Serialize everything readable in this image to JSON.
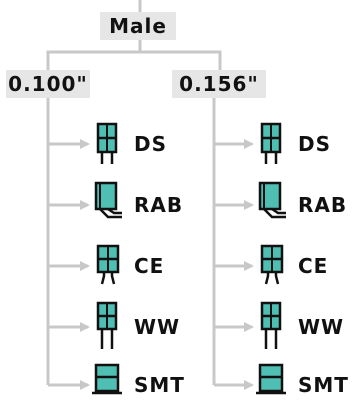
{
  "root": {
    "label": "Male"
  },
  "groups": [
    {
      "label": "0.100\"",
      "items": [
        {
          "label": "DS",
          "icon": "ds-connector-icon"
        },
        {
          "label": "RAB",
          "icon": "rab-connector-icon"
        },
        {
          "label": "CE",
          "icon": "ce-connector-icon"
        },
        {
          "label": "WW",
          "icon": "ww-connector-icon"
        },
        {
          "label": "SMT",
          "icon": "smt-connector-icon"
        }
      ]
    },
    {
      "label": "0.156\"",
      "items": [
        {
          "label": "DS",
          "icon": "ds-connector-icon"
        },
        {
          "label": "RAB",
          "icon": "rab-connector-icon"
        },
        {
          "label": "CE",
          "icon": "ce-connector-icon"
        },
        {
          "label": "WW",
          "icon": "ww-connector-icon"
        },
        {
          "label": "SMT",
          "icon": "smt-connector-icon"
        }
      ]
    }
  ],
  "colors": {
    "connector_fill": "#4fbfb3",
    "outline": "#111111",
    "tree_line": "#c8c8c8",
    "label_bg": "#e6e6e6"
  }
}
